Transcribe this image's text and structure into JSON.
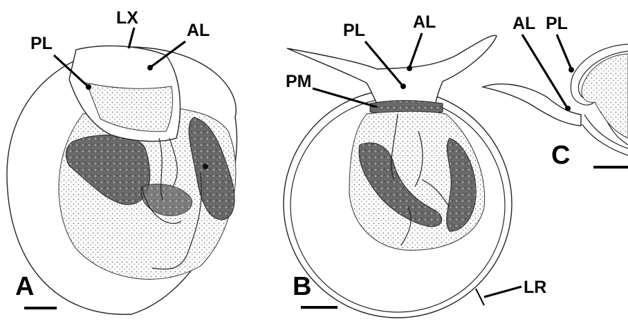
{
  "panels": [
    {
      "letter": "A"
    },
    {
      "letter": "B"
    },
    {
      "letter": "C"
    }
  ],
  "labels": {
    "a_lx": "LX",
    "a_pl": "PL",
    "a_al": "AL",
    "b_pl": "PL",
    "b_al": "AL",
    "b_pm": "PM",
    "b_lr": "LR",
    "c_al": "AL",
    "c_pl": "PL"
  }
}
